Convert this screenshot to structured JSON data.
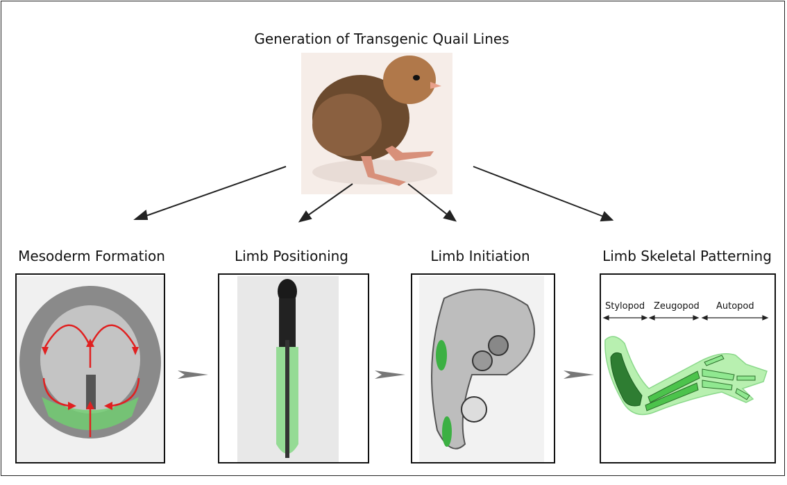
{
  "title": "Generation of Transgenic Quail Lines",
  "hero_image": "quail-chick-photo",
  "stages": [
    {
      "label": "Mesoderm Formation",
      "image": "gastrula-embryo-with-cell-movement-arrows"
    },
    {
      "label": "Limb Positioning",
      "image": "early-embryo-with-lateral-plate-highlight"
    },
    {
      "label": "Limb Initiation",
      "image": "embryo-with-limb-bud-highlight"
    },
    {
      "label": "Limb Skeletal Patterning",
      "image": "limb-skeleton-schematic"
    }
  ],
  "limb_segments": [
    "Stylopod",
    "Zeugopod",
    "Autopod"
  ],
  "colors": {
    "highlight_green": "#3cb043",
    "light_green": "#a8f0a0",
    "dark_green": "#2e7d32",
    "arrow_red": "#e02020",
    "flow_arrow_gray": "#777777"
  }
}
